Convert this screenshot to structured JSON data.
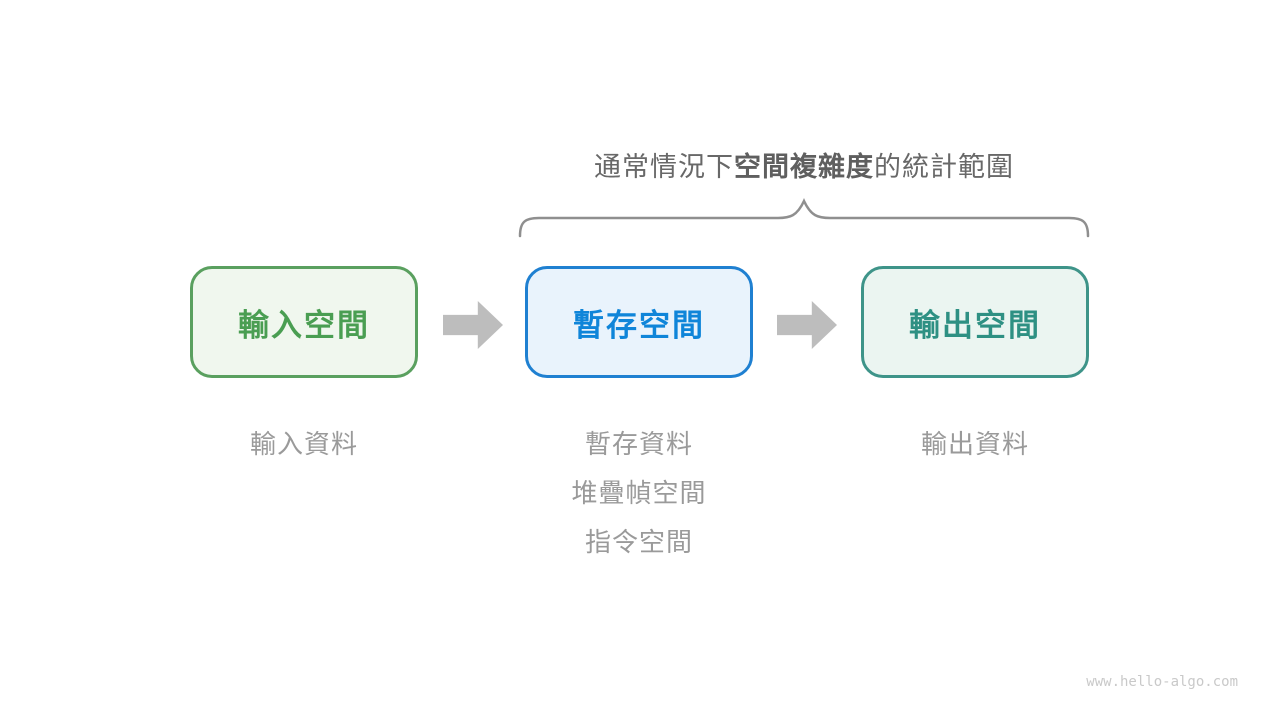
{
  "title": {
    "prefix": "通常情況下",
    "emphasis": "空間複雜度",
    "suffix": "的統計範圍"
  },
  "boxes": [
    {
      "id": "input",
      "label": "輸入空間"
    },
    {
      "id": "buffer",
      "label": "暫存空間"
    },
    {
      "id": "output",
      "label": "輸出空間"
    }
  ],
  "icons": {
    "arrow": "arrow-right-icon",
    "brace": "curly-brace-top"
  },
  "notes": {
    "input": [
      "輸入資料"
    ],
    "buffer": [
      "暫存資料",
      "堆疊幀空間",
      "指令空間"
    ],
    "output": [
      "輸出資料"
    ]
  },
  "watermark": "www.hello-algo.com",
  "colors": {
    "input-border": "#5aa05f",
    "input-bg": "#f0f7ee",
    "input-text": "#4a9e52",
    "buffer-border": "#1f80d1",
    "buffer-bg": "#e9f3fc",
    "buffer-text": "#0f85d9",
    "output-border": "#3e9489",
    "output-bg": "#ebf5f1",
    "output-text": "#2e9083",
    "arrow": "#bdbdbd",
    "brace": "#8f8f8f",
    "title-text": "#686868",
    "title-emphasis": "#5f5f5f",
    "note-text": "#9a9a9a",
    "watermark-text": "#c9c9c9"
  }
}
